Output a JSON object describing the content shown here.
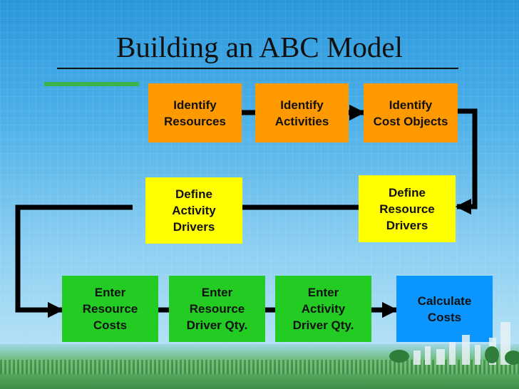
{
  "slide": {
    "title": "Building an ABC Model"
  },
  "diagram": {
    "steps": [
      {
        "id": "identify-resources",
        "text": "Identify\nResources",
        "color": "#ff9900"
      },
      {
        "id": "identify-activities",
        "text": "Identify\nActivities",
        "color": "#ff9900"
      },
      {
        "id": "identify-cost-objects",
        "text": "Identify\nCost Objects",
        "color": "#ff9900"
      },
      {
        "id": "define-resource-drivers",
        "text": "Define\nResource\nDrivers",
        "color": "#ffff00"
      },
      {
        "id": "define-activity-drivers",
        "text": "Define\nActivity\nDrivers",
        "color": "#ffff00"
      },
      {
        "id": "enter-resource-costs",
        "text": "Enter\nResource\nCosts",
        "color": "#22cc22"
      },
      {
        "id": "enter-resource-driver-qty",
        "text": "Enter\nResource\nDriver Qty.",
        "color": "#22cc22"
      },
      {
        "id": "enter-activity-driver-qty",
        "text": "Enter\nActivity\nDriver Qty.",
        "color": "#22cc22"
      },
      {
        "id": "calculate-costs",
        "text": "Calculate\nCosts",
        "color": "#0b95ff"
      }
    ],
    "connector_color": "#000000"
  }
}
